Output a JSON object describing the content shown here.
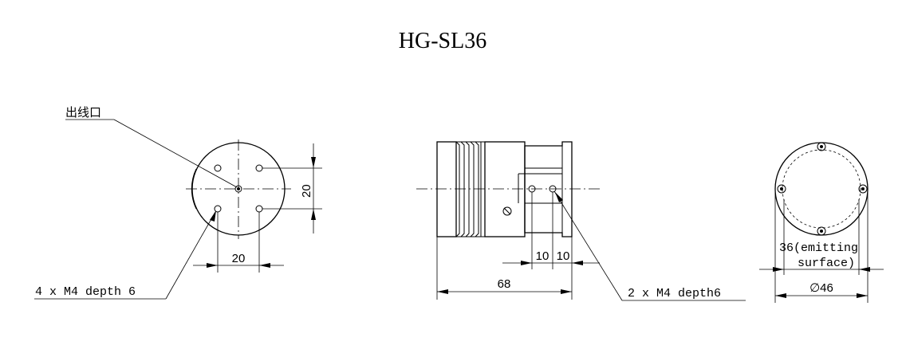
{
  "title": "HG-SL36",
  "front_view": {
    "cable_outlet_label": "出线口",
    "dim_vertical": "20",
    "dim_horizontal": "20",
    "holes_label": "4 x  M4 depth 6"
  },
  "side_view": {
    "dim_length": "68",
    "dim_a": "10",
    "dim_b": "10",
    "holes_label": "2 x  M4 depth6"
  },
  "rear_view": {
    "emitting_line1": "36(emitting",
    "emitting_line2": "surface)",
    "diameter": "∅46"
  }
}
